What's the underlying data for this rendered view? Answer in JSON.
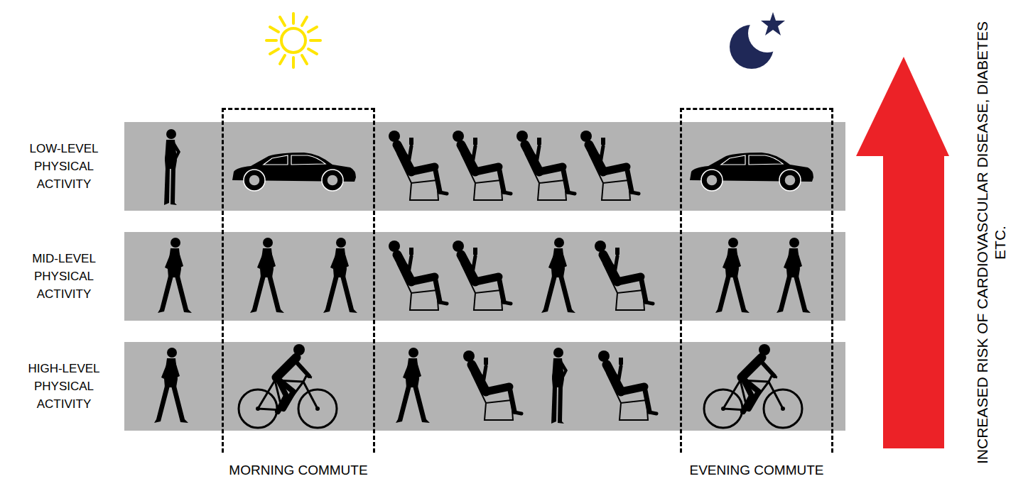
{
  "diagram": {
    "nodes": [
      {
        "text": [
          "LOW-LEVEL PHYSICAL ACTIVITY"
        ]
      },
      {
        "text": [
          "MID-LEVEL PHYSICAL ACTIVITY"
        ]
      },
      {
        "text": [
          "HIGH-LEVEL PHYSICAL ACTIVITY"
        ]
      },
      {
        "text": [
          "MORNING COMMUTE"
        ]
      },
      {
        "text": [
          "EVENING COMMUTE"
        ]
      }
    ],
    "labels": [
      "INCREASED RISK OF CARDIOVASCULAR DISEASE, DIABETES ETC."
    ]
  }
}
